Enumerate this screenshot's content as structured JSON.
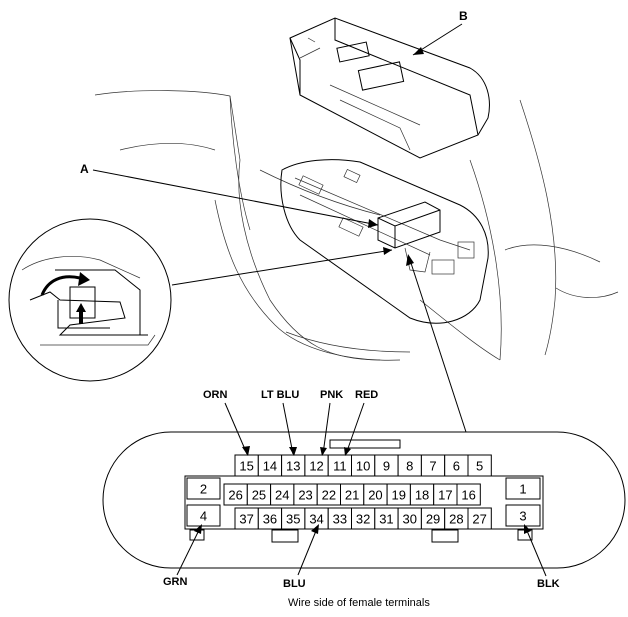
{
  "callouts": {
    "a": "A",
    "b": "B"
  },
  "wire_colors": {
    "orn": "ORN",
    "lt_blu": "LT BLU",
    "pnk": "PNK",
    "red": "RED",
    "grn": "GRN",
    "blu": "BLU",
    "blk": "BLK"
  },
  "pins": {
    "top_row": [
      "15",
      "14",
      "13",
      "12",
      "11",
      "10",
      "9",
      "8",
      "7",
      "6",
      "5"
    ],
    "middle_row": [
      "26",
      "25",
      "24",
      "23",
      "22",
      "21",
      "20",
      "19",
      "18",
      "17",
      "16"
    ],
    "bottom_row": [
      "37",
      "36",
      "35",
      "34",
      "33",
      "32",
      "31",
      "30",
      "29",
      "28",
      "27"
    ],
    "left": [
      "2",
      "4"
    ],
    "right": [
      "1",
      "3"
    ]
  },
  "caption": "Wire side of female terminals"
}
